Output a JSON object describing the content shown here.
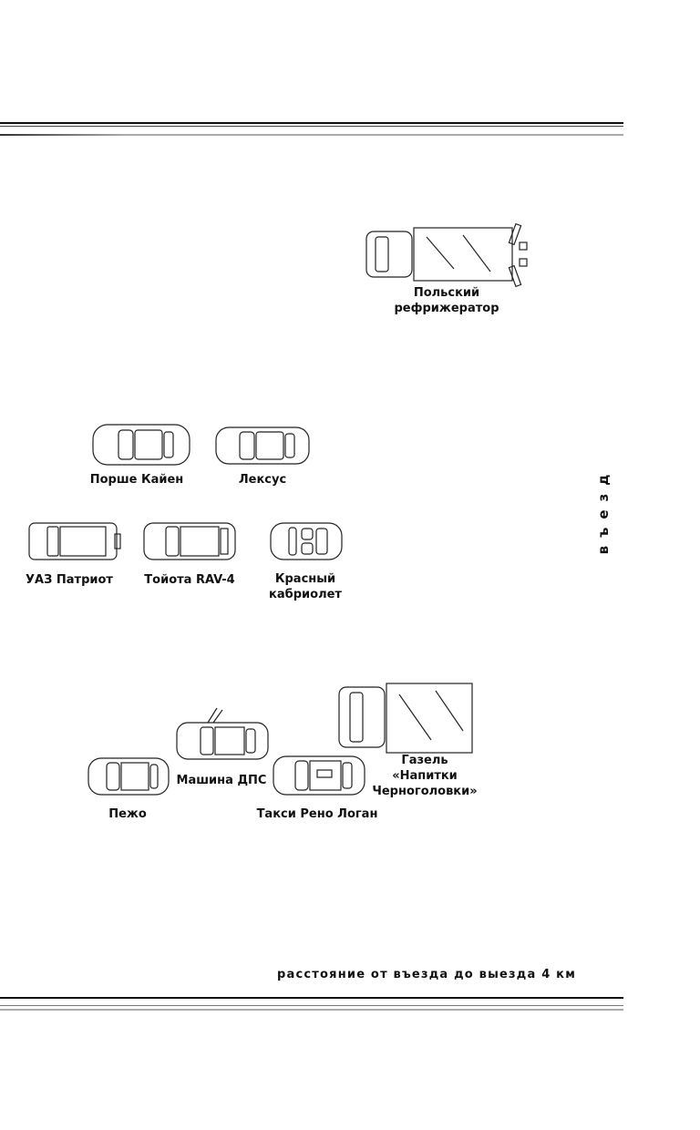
{
  "entrance_label": "въезд",
  "distance_note": "расстояние от въезда до выезда 4 км",
  "vehicles": {
    "refrigerator": {
      "line1": "Польский",
      "line2": "рефрижератор"
    },
    "porsche": {
      "label": "Порше Кайен"
    },
    "lexus": {
      "label": "Лексус"
    },
    "uaz": {
      "label": "УАЗ Патриот"
    },
    "rav4": {
      "label": "Тойота RAV-4"
    },
    "cabriolet": {
      "line1": "Красный",
      "line2": "кабриолет"
    },
    "gazel": {
      "line1": "Газель",
      "line2": "«Напитки",
      "line3": "Черноголовки»"
    },
    "dps": {
      "label": "Машина ДПС"
    },
    "peugeot": {
      "label": "Пежо"
    },
    "taxi": {
      "label": "Такси Рено Логан"
    }
  }
}
